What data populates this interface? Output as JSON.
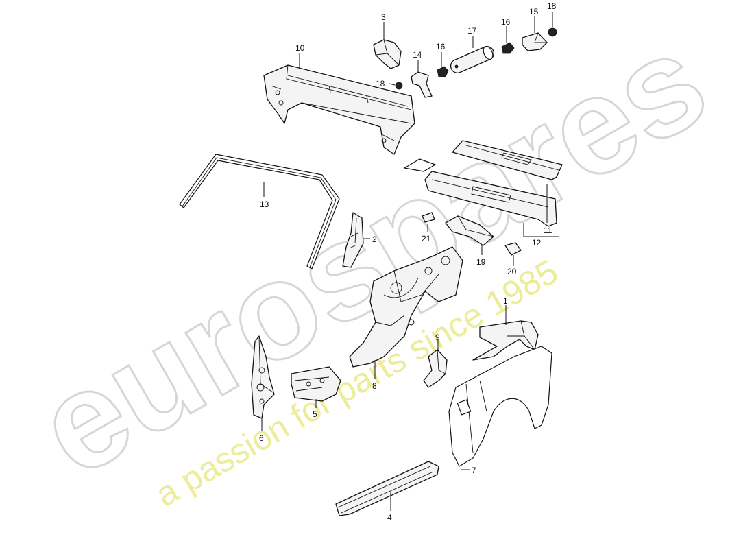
{
  "watermark": {
    "brand": "eurospares",
    "tagline": "a passion for parts since 1985",
    "brand_color": "#d6d6d6",
    "tagline_color": "#ecec9a"
  },
  "callouts": {
    "c1": "1",
    "c2": "2",
    "c3": "3",
    "c4": "4",
    "c5": "5",
    "c6": "6",
    "c7": "7",
    "c8": "8",
    "c9": "9",
    "c10": "10",
    "c11": "11",
    "c12": "12",
    "c13": "13",
    "c14": "14",
    "c15": "15",
    "c16a": "16",
    "c16b": "16",
    "c17": "17",
    "c18a": "18",
    "c18b": "18",
    "c19": "19",
    "c20": "20",
    "c21": "21"
  }
}
